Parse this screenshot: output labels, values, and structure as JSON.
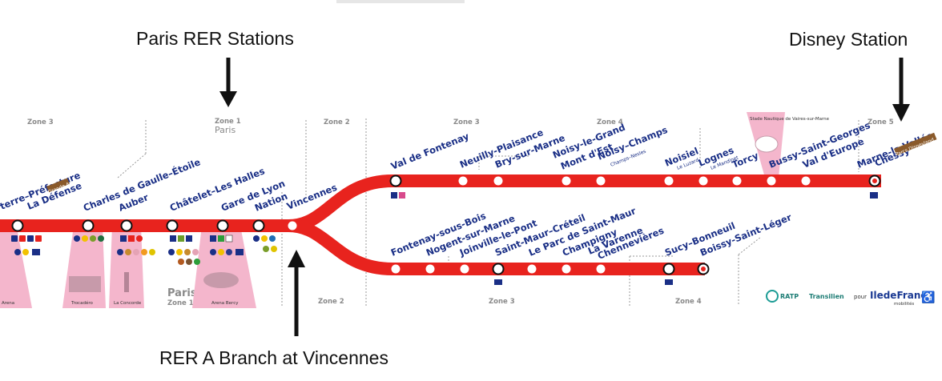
{
  "annotations": {
    "paris_rer": "Paris RER Stations",
    "disney": "Disney Station",
    "branch": "RER A Branch at Vincennes"
  },
  "zones_top": [
    "Zone 3",
    "Zone 1",
    "Paris",
    "Zone 2",
    "Zone 3",
    "Zone 4",
    "Zone 5"
  ],
  "zones_bottom": [
    "Paris",
    "Zone 1",
    "Zone 2",
    "Zone 3",
    "Zone 4"
  ],
  "main_stations": [
    {
      "name": "Nanterre–Préfecture",
      "shown": "terre–Préfecture"
    },
    {
      "name": "La Défense",
      "tag": "Grande Arche"
    },
    {
      "name": "Charles de Gaulle–Étoile"
    },
    {
      "name": "Auber"
    },
    {
      "name": "Châtelet–Les Halles"
    },
    {
      "name": "Gare de Lyon"
    },
    {
      "name": "Nation"
    },
    {
      "name": "Vincennes"
    }
  ],
  "north_stations": [
    {
      "name": "Val de Fontenay"
    },
    {
      "name": "Neuilly-Plaisance"
    },
    {
      "name": "Bry-sur-Marne"
    },
    {
      "name": "Noisy-le-Grand",
      "name2": "Mont d'Est"
    },
    {
      "name": "Noisy–Champs",
      "sub": "Champs–Nesles"
    },
    {
      "name": "Noisiel",
      "sub": "Le Luzard"
    },
    {
      "name": "Lognes",
      "sub": "Le Mandinet"
    },
    {
      "name": "Torcy"
    },
    {
      "name": "Bussy-Saint-Georges"
    },
    {
      "name": "Val d'Europe"
    },
    {
      "name": "Marne-la-Vallée",
      "name2": "Chessy",
      "tag": "Parcs Disneyland"
    }
  ],
  "south_stations": [
    {
      "name": "Fontenay-sous-Bois"
    },
    {
      "name": "Nogent-sur-Marne"
    },
    {
      "name": "Joinville-le-Pont"
    },
    {
      "name": "Saint-Maur–Créteil"
    },
    {
      "name": "Le Parc de Saint-Maur"
    },
    {
      "name": "Champigny"
    },
    {
      "name": "La Varenne",
      "name2": "Chennevières"
    },
    {
      "name": "Sucy–Bonneuil"
    },
    {
      "name": "Boissy-Saint-Léger"
    }
  ],
  "landmarks": {
    "arena": "Arena",
    "trocadero": "Trocadéro",
    "concorde": "La Concorde",
    "bercy": "Arena Bercy",
    "vaires": "Stade Nautique de Vaires-sur-Marne"
  },
  "logos": {
    "ratp": "RATP",
    "transilien": "Transilien",
    "pour": "pour",
    "idf": "IledeFrance",
    "idf_sub": "mobilités"
  },
  "colors": {
    "line": "#e8231e",
    "station_text": "#1a2f86",
    "landmark_pink": "#f4b6cc",
    "zone_text": "#8a8a8a"
  }
}
